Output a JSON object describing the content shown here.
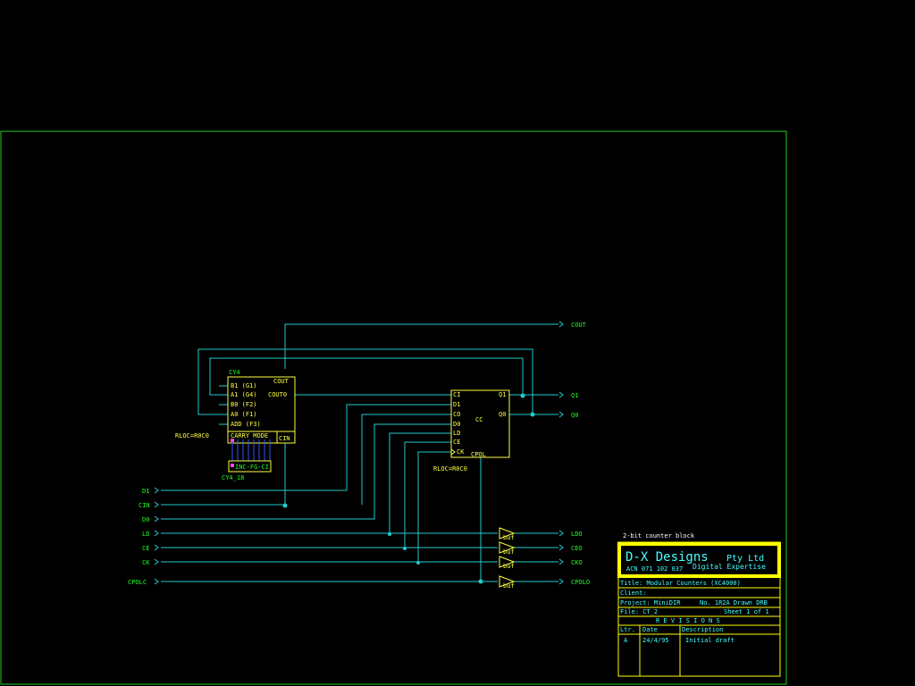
{
  "colors": {
    "background": "#000000",
    "border": "#22cc22",
    "wire": "#22cccc",
    "component": "#ffff44",
    "text_green": "#22ff22",
    "text_cyan": "#44ffff",
    "title_frame": "#ffff00",
    "pin_mark": "#ff44ff",
    "carry_lines": "#3355ff"
  },
  "cy4": {
    "name": "CY4",
    "pins_left": [
      "B1 (G1)",
      "A1 (G4)",
      "B0 (F2)",
      "A0 (F1)",
      "ADD (F3)"
    ],
    "cout": "COUT",
    "cout0": "COUT0",
    "cin": "CIN",
    "carry_mode": "CARRY MODE",
    "rloc": "RLOC=R0C0",
    "mode_box": "INC-FG-CI",
    "mode_name": "CY4_18"
  },
  "cc": {
    "name": "CC",
    "pins_left": [
      "CI",
      "D1",
      "CO",
      "D0",
      "LD",
      "CE",
      "CK"
    ],
    "pins_right": [
      "Q1",
      "Q0"
    ],
    "cpol": "CPOL",
    "rloc": "RLOC=R0C0"
  },
  "inputs": [
    "D1",
    "CIN",
    "D0",
    "LD",
    "CE",
    "CK",
    "CPOLC"
  ],
  "outputs": [
    "COUT",
    "Q1",
    "Q0",
    "LDO",
    "CEO",
    "CKO",
    "CPOLO"
  ],
  "buffers": [
    "buf",
    "buf",
    "buf",
    "buf"
  ],
  "title_block": {
    "caption": "2-bit counter block",
    "company": "D-X Designs",
    "company_suffix": "Pty Ltd",
    "acn": "ACN 071 102 037",
    "tagline": "Digital Expertise",
    "title": "Title: Modular Counters (XC4000)",
    "client": "Client:",
    "project": "Project: MiniDIR",
    "drawn": "No. 1R2A Drawn DRB",
    "file": "File: CT_2",
    "sheet": "Sheet 1 of 1",
    "revisions_header": "R E V I S I O N S",
    "col_ltr": "Ltr.",
    "col_date": "Date",
    "col_desc": "Description",
    "rev_ltr": "A",
    "rev_date": "24/4/95",
    "rev_desc": "Initial draft"
  }
}
